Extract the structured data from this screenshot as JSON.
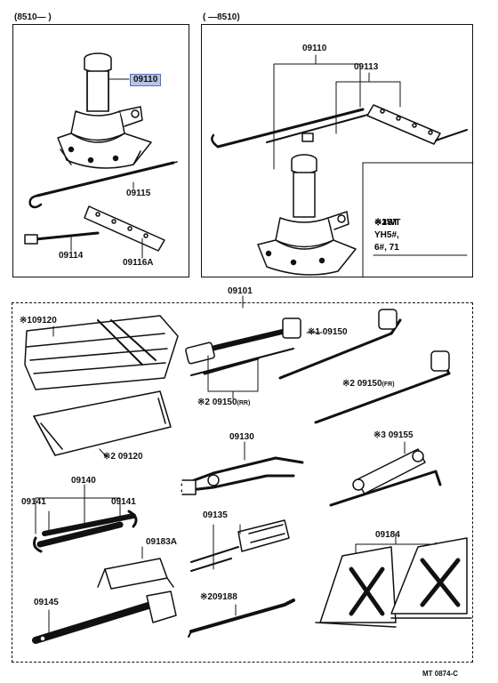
{
  "headers": {
    "left": "(8510—       )",
    "right": "(       —8510)"
  },
  "top_left": {
    "jack_label": "09110",
    "handle_label": "09115",
    "rod_label": "09114",
    "bar_label": "09116A"
  },
  "top_right": {
    "jack_label": "09110",
    "handle_label": "09113",
    "legend": [
      {
        "mark": "※1",
        "text": "ST"
      },
      {
        "mark": "※2",
        "text": "WT"
      },
      {
        "mark": "※3",
        "text": "YH5#, 6#, 71"
      }
    ]
  },
  "kit": {
    "label": "09101",
    "pouch1": "09120",
    "pouch1_mark": "※1",
    "pouch2": "09120",
    "pouch2_mark": "※2",
    "wrench_st": "09150",
    "wrench_st_mark": "※1",
    "wrench_rr": "09150",
    "wrench_rr_mark": "※2",
    "wrench_rr_suffix": "(RR)",
    "wrench_fr": "09150",
    "wrench_fr_mark": "※2",
    "wrench_fr_suffix": "(FR)",
    "pliers": "09130",
    "wrench155": "09155",
    "wrench155_mark": "※3",
    "spanner_set": "09140",
    "spanner_left": "09141",
    "spanner_right": "09141",
    "screwdriver": "09135",
    "hook": "09183A",
    "adj_wrench": "09145",
    "tire_bar": "09188",
    "tire_bar_mark": "※2",
    "chocks": "09184",
    "code": "MT  0874-C"
  }
}
